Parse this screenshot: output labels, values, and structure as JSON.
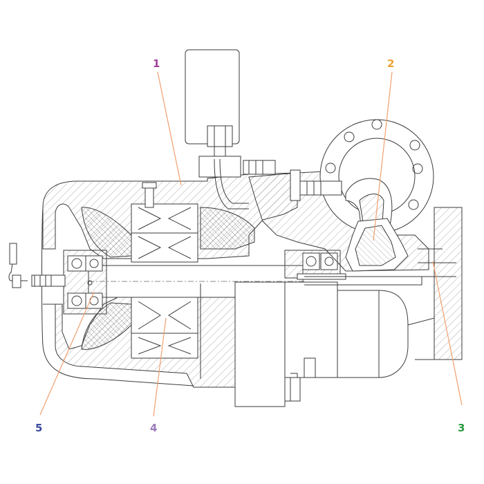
{
  "callouts": [
    {
      "id": "1",
      "label": "1",
      "color": "#a0409a"
    },
    {
      "id": "2",
      "label": "2",
      "color": "#f0a030"
    },
    {
      "id": "3",
      "label": "3",
      "color": "#2a9a40"
    },
    {
      "id": "4",
      "label": "4",
      "color": "#9a7ab8"
    },
    {
      "id": "5",
      "label": "5",
      "color": "#3a4aa0"
    }
  ],
  "colors": {
    "line": "#3a3a3a",
    "hatch": "#7a7a7a",
    "leader_orange": "#f0a060"
  }
}
